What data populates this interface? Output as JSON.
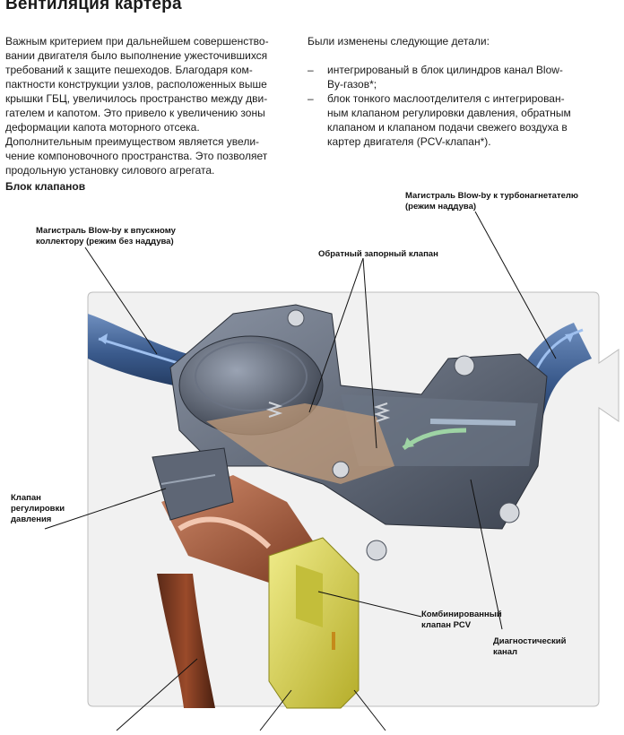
{
  "title": "Вентиляция картера",
  "left_paragraph": [
    "Важным критерием при дальнейшем совершенство-",
    "вании двигателя было выполнение ужесточившихся",
    "требований к защите пешеходов. Благодаря ком-",
    "пактности конструкции узлов, расположенных выше",
    "крышки ГБЦ, увеличилось пространство между дви-",
    "гателем и капотом. Это привело к увеличению зоны",
    "деформации капота моторного отсека.",
    "Дополнительным преимуществом является увели-",
    "чение компоновочного пространства. Это позволяет",
    "продольную установку силового агрегата."
  ],
  "right_intro": "Были изменены следующие детали:",
  "changes": [
    {
      "dash": "–",
      "lines": [
        "интегрированый в блок цилиндров канал Blow-",
        "By-газов*;"
      ]
    },
    {
      "dash": "–",
      "lines": [
        "блок тонкого маслоотделителя с интегрирован-",
        "ным клапаном регулировки давления, обратным",
        "клапаном и клапаном подачи свежего воздуха в",
        "картер двигателя (PCV-клапан*)."
      ]
    }
  ],
  "section_heading": "Блок клапанов",
  "labels": {
    "blowby_intake": [
      "Магистраль Blow-by к впускному",
      "коллектору (режим без наддува)"
    ],
    "blowby_turbo": [
      "Магистраль Blow-by к турбонагнетателю",
      "(режим наддува)"
    ],
    "check_valve": [
      "Обратный запорный клапан"
    ],
    "pressure_valve": [
      "Клапан",
      "регулировки",
      "давления"
    ],
    "pcv_valve": [
      "Комбинированный",
      "клапан PCV"
    ],
    "diag_channel": [
      "Диагностический",
      "канал"
    ]
  },
  "colors": {
    "pipe_blue": "#3a5a8c",
    "housing_gray": "#5a6270",
    "cutaway_copper": "#b05a3a",
    "valve_yellow": "#d8d24a",
    "panel_bg": "#f1f1f1"
  }
}
